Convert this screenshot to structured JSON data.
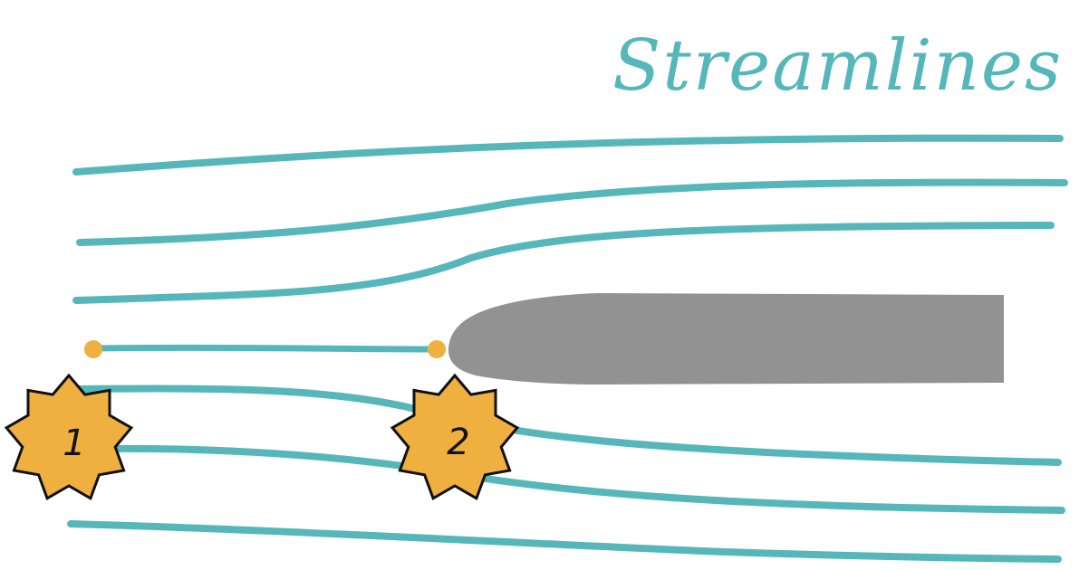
{
  "title": "Streamlines",
  "colors": {
    "streamline": "#56b7bb",
    "body": "#929292",
    "marker_fill": "#f0b040",
    "marker_stroke": "#111111",
    "stagnation_dot": "#f0b040",
    "background": "#ffffff"
  },
  "body_shape": "streamlined-body",
  "markers": [
    {
      "id": "marker-1",
      "label": "1",
      "icon": "starburst-badge"
    },
    {
      "id": "marker-2",
      "label": "2",
      "icon": "starburst-badge"
    }
  ],
  "streamline_count": 7,
  "stagnation_points": 2
}
